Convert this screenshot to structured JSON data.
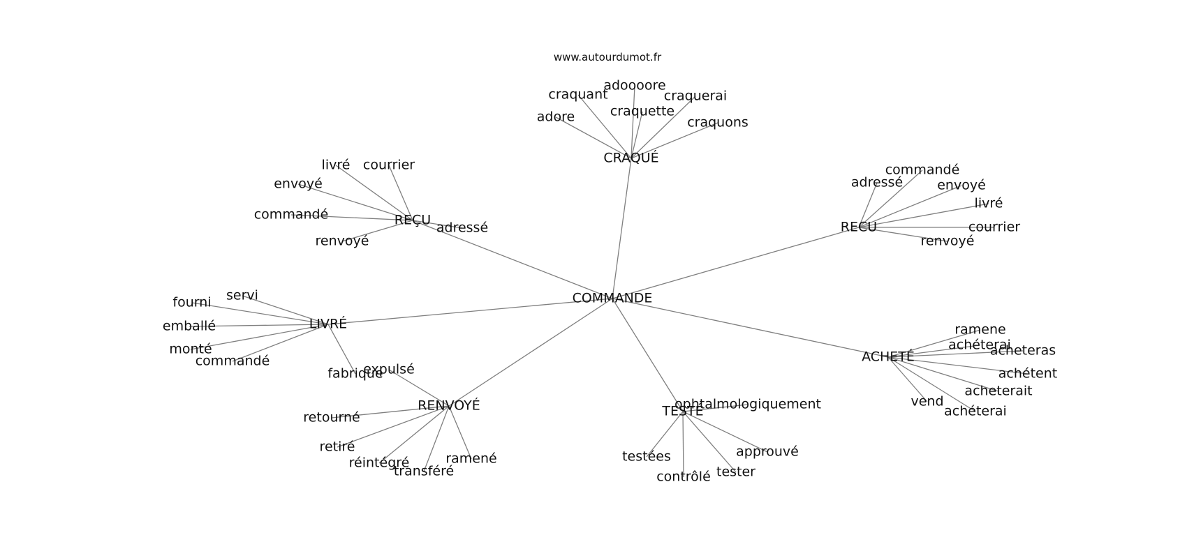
{
  "source": "www.autourdumot.fr",
  "graph": {
    "center": "COMMANDE",
    "hubs": [
      {
        "id": "craque",
        "label": "CRAQUÉ",
        "words": [
          "adoooore",
          "craquant",
          "craquerai",
          "craquette",
          "adore",
          "craquons"
        ]
      },
      {
        "id": "recu-1",
        "label": "REÇU",
        "words": [
          "livré",
          "courrier",
          "envoyé",
          "commandé",
          "renvoyé",
          "adressé"
        ]
      },
      {
        "id": "recu-2",
        "label": "RECU",
        "words": [
          "commandé",
          "adressé",
          "envoyé",
          "livré",
          "courrier",
          "renvoyé"
        ]
      },
      {
        "id": "livre",
        "label": "LIVRÉ",
        "words": [
          "servi",
          "fourni",
          "emballé",
          "monté",
          "commandé",
          "fabrique"
        ]
      },
      {
        "id": "renvoye",
        "label": "RENVOYÉ",
        "words": [
          "expulsé",
          "retourné",
          "retiré",
          "réintégré",
          "transféré",
          "ramené"
        ]
      },
      {
        "id": "teste",
        "label": "TESTÉ",
        "words": [
          "ophtalmologiquement",
          "testées",
          "approuvé",
          "contrôlé",
          "tester"
        ]
      },
      {
        "id": "achete",
        "label": "ACHETÉ",
        "words": [
          "ramene",
          "achéterai",
          "acheteras",
          "achétent",
          "acheterait",
          "vend",
          "achéterai"
        ]
      }
    ]
  }
}
